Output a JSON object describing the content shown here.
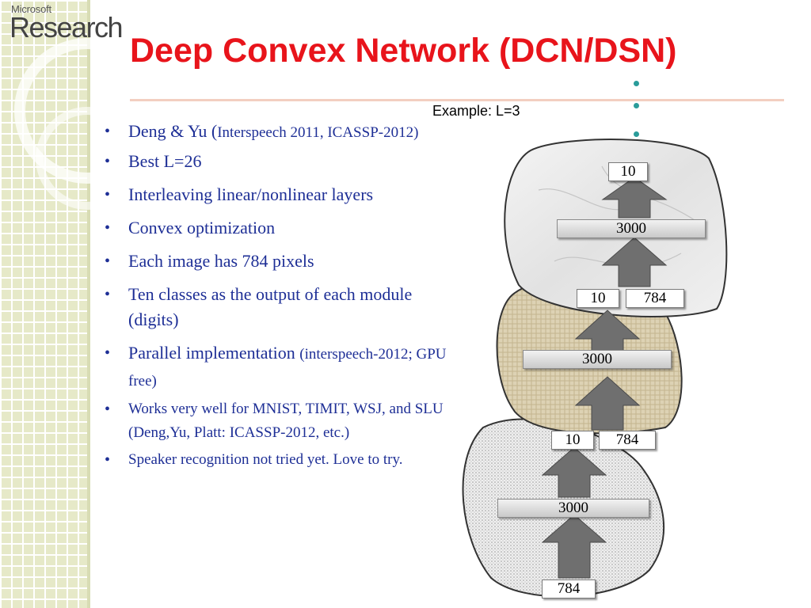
{
  "logo": {
    "small": "Microsoft",
    "big": "Research"
  },
  "title": "Deep Convex Network (DCN/DSN)",
  "example_label": "Example: L=3",
  "bullets": [
    {
      "text": "Deng & Yu (",
      "ref": "Interspeech 2011, ICASSP-2012)"
    },
    {
      "text": "Best L=26"
    },
    {
      "text": "Interleaving linear/nonlinear layers"
    },
    {
      "text": "Convex optimization"
    },
    {
      "text": "Each image has 784 pixels"
    },
    {
      "text": "Ten classes as the output of each module (digits)"
    },
    {
      "text": "Parallel implementation ",
      "ref": "(interspeech-2012; GPU free)"
    },
    {
      "text": "Works very well for MNIST, TIMIT, WSJ, and SLU (Deng,Yu, Platt: ICASSP-2012, etc.)"
    },
    {
      "text": "Speaker recognition not tried yet. Love to try."
    }
  ],
  "diagram": {
    "top_output": "10",
    "module3_hidden": "3000",
    "module3_in_a": "10",
    "module3_in_b": "784",
    "module2_hidden": "3000",
    "module2_in_a": "10",
    "module2_in_b": "784",
    "module1_hidden": "3000",
    "module1_input": "784"
  },
  "colors": {
    "title": "#e8141b",
    "bullet_text": "#1e2f96",
    "dots": "#2a9c9a"
  }
}
